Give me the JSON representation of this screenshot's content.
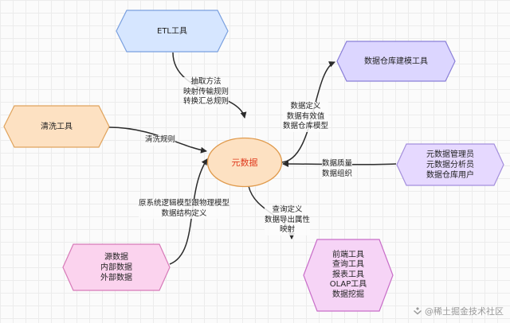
{
  "nodes": {
    "etl": {
      "lines": [
        "ETL工具"
      ]
    },
    "modeling": {
      "lines": [
        "数据仓库建模工具"
      ]
    },
    "cleaning": {
      "lines": [
        "清洗工具"
      ]
    },
    "center": {
      "lines": [
        "元数据"
      ]
    },
    "users": {
      "lines": [
        "元数据管理员",
        "元数据分析员",
        "数据仓库用户"
      ]
    },
    "sources": {
      "lines": [
        "源数据",
        "内部数据",
        "外部数据"
      ]
    },
    "frontend": {
      "lines": [
        "前端工具",
        "查询工具",
        "报表工具",
        "OLAP工具",
        "数据挖掘"
      ]
    }
  },
  "edges": {
    "etl": {
      "lines": [
        "抽取方法",
        "映射传输规则",
        "转换汇总规则"
      ]
    },
    "modeling": {
      "lines": [
        "数据定义",
        "数据有效值",
        "数据仓库模型"
      ]
    },
    "cleaning": {
      "lines": [
        "清洗规则"
      ]
    },
    "users": {
      "lines": [
        "数据质量",
        "数据组织"
      ]
    },
    "sources": {
      "lines": [
        "原系统逻辑模型跟物理模型",
        "数据结构定义"
      ]
    },
    "frontend": {
      "lines": [
        "查询定义",
        "数据导出属性",
        "映射"
      ]
    }
  },
  "watermark": {
    "text": "@稀土掘金技术社区"
  },
  "colors": {
    "edge": "#2b2b2b",
    "blue_fill": "#d6e6ff",
    "blue_stroke": "#7aa0df",
    "purple_fill": "#dcd6ff",
    "purple_stroke": "#8a7fd8",
    "orange_fill": "#fde1c2",
    "orange_stroke": "#e0a35c",
    "center_fill": "#fde1c2",
    "center_stroke": "#e09a4c",
    "center_text": "#e03c1f",
    "lavender_fill": "#e6d9ff",
    "lavender_stroke": "#a48fdc",
    "pink_fill": "#fbd3ee",
    "pink_stroke": "#d77ab8",
    "magenta_fill": "#f6d4f6",
    "magenta_stroke": "#c86dc8"
  }
}
